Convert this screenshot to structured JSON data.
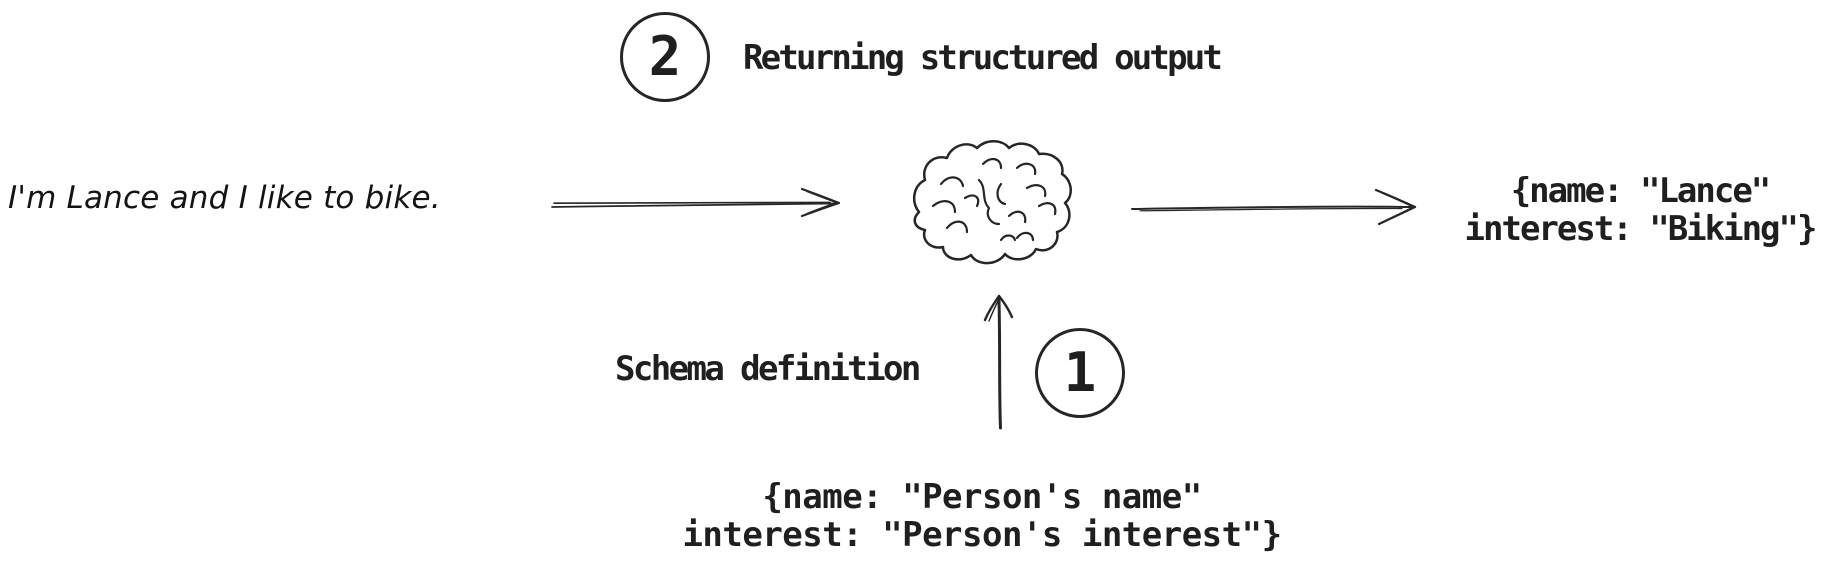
{
  "title": {
    "badge": "2",
    "text": "Returning structured output"
  },
  "input_message": "I'm Lance and I like to bike.",
  "output_json": [
    "{name: \"Lance\"",
    "interest: \"Biking\"}"
  ],
  "schema_step": {
    "badge": "1",
    "label": "Schema definition"
  },
  "schema_json": [
    "{name: \"Person's name\"",
    "interest: \"Person's interest\"}"
  ],
  "icons": {
    "model": "brain-icon",
    "input_arrow": "right-arrow-icon",
    "output_arrow": "right-arrow-icon",
    "schema_arrow": "up-arrow-icon"
  },
  "colors": {
    "background": "#ffffff",
    "ink": "#262626",
    "text": "#1f1f1f"
  }
}
